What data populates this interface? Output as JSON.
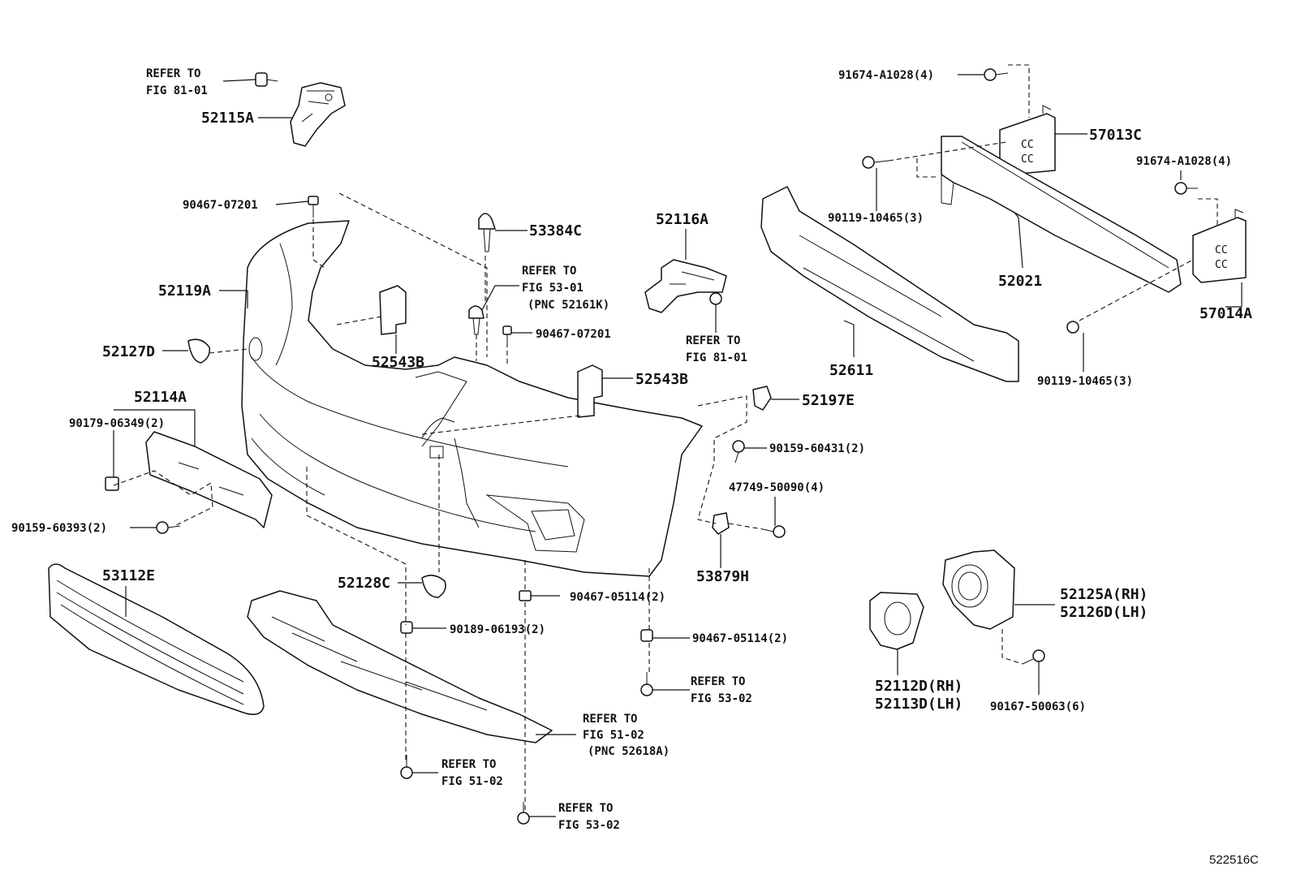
{
  "figure_id": "522516C",
  "labels": {
    "p52115A": "52115A",
    "ref81a_1": "REFER TO",
    "ref81a_2": "FIG 81-01",
    "p90467_07201_top": "90467-07201",
    "p53384C": "53384C",
    "p52119A": "52119A",
    "p52127D": "52127D",
    "p52543B_l": "52543B",
    "ref53_1": "REFER TO",
    "ref53_2": "FIG 53-01",
    "ref53_3": "(PNC 52161K)",
    "p90467_07201_mid": "90467-07201",
    "p52116A": "52116A",
    "ref81b_1": "REFER TO",
    "ref81b_2": "FIG 81-01",
    "p52543B_r": "52543B",
    "p52114A": "52114A",
    "p90179_06349": "90179-06349(2)",
    "p90159_60393": "90159-60393(2)",
    "p52197E": "52197E",
    "p90159_60431": "90159-60431(2)",
    "p47749_50090": "47749-50090(4)",
    "p53879H": "53879H",
    "p53112E": "53112E",
    "p52128C": "52128C",
    "p90467_05114_a": "90467-05114(2)",
    "p90189_06193": "90189-06193(2)",
    "p90467_05114_b": "90467-05114(2)",
    "ref5302a_1": "REFER TO",
    "ref5302a_2": "FIG 53-02",
    "ref5102a_1": "REFER TO",
    "ref5102a_2": "FIG 51-02",
    "ref5102a_3": "(PNC 52618A)",
    "ref5102b_1": "REFER TO",
    "ref5102b_2": "FIG 51-02",
    "ref5302b_1": "REFER TO",
    "ref5302b_2": "FIG 53-02",
    "p91674_top": "91674-A1028(4)",
    "p57013C": "57013C",
    "p91674_right": "91674-A1028(4)",
    "p90119_left": "90119-10465(3)",
    "p52021": "52021",
    "p57014A": "57014A",
    "p52611": "52611",
    "p90119_right": "90119-10465(3)",
    "p52125A": "52125A(RH)",
    "p52126D": "52126D(LH)",
    "p52112D": "52112D(RH)",
    "p52113D": "52113D(LH)",
    "p90167_50063": "90167-50063(6)"
  }
}
